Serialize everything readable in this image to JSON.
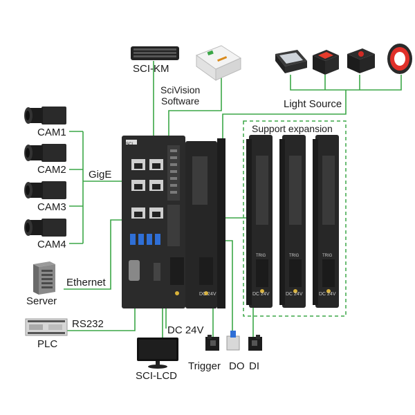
{
  "labels": {
    "sci_km": "SCI-KM",
    "software": "SciVision\nSoftware",
    "light_source": "Light Source",
    "support_expansion": "Support expansion",
    "cam1": "CAM1",
    "cam2": "CAM2",
    "cam3": "CAM3",
    "cam4": "CAM4",
    "gige": "GigE",
    "ethernet": "Ethernet",
    "server": "Server",
    "rs232": "RS232",
    "plc": "PLC",
    "dc24v": "DC 24V",
    "sci_lcd": "SCI-LCD",
    "trigger": "Trigger",
    "do": "DO",
    "di": "DI"
  },
  "module_text": {
    "dc_24v": "DC 24V",
    "trig": "TRIG",
    "brand": "SCI"
  },
  "colors": {
    "wire": "#3aa646",
    "dashed_box": "#3aa646",
    "device_body": "#2b2b2b",
    "device_dark": "#1c1c1c",
    "port_blue": "#2f6fd6",
    "light_ring": "#e0302a"
  },
  "icons": [
    "keyboard-icon",
    "software-box-icon",
    "bar-light-icon",
    "square-light-red-icon",
    "square-light-dark-icon",
    "ring-light-icon",
    "camera-icon",
    "server-icon",
    "plc-icon",
    "monitor-icon",
    "sensor-icon"
  ]
}
